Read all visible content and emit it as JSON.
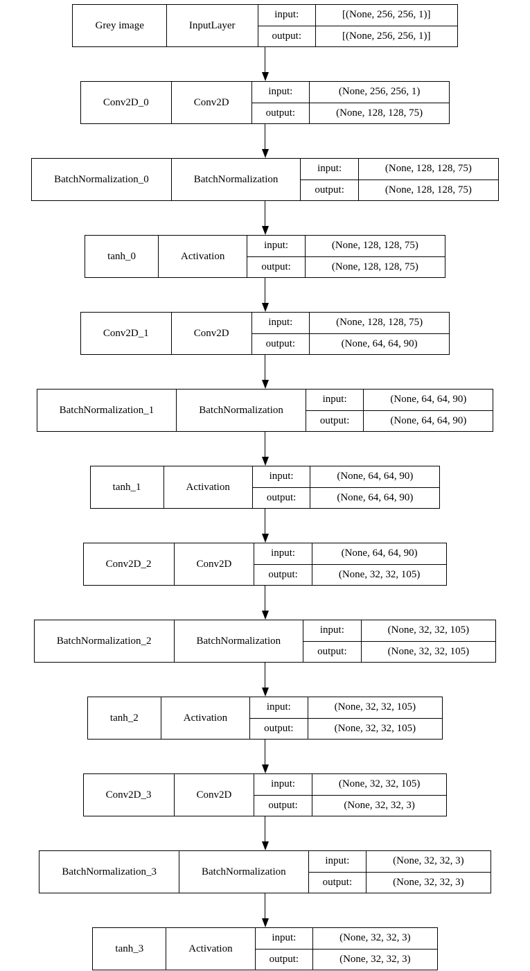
{
  "diagram": {
    "kind": "keras-model-architecture",
    "direction": "top-to-bottom"
  },
  "labels": {
    "input": "input:",
    "output": "output:"
  },
  "colors": {
    "border": "#000000",
    "background": "#ffffff",
    "text": "#000000"
  },
  "nodes": [
    {
      "name": "Grey image",
      "layer_type": "InputLayer",
      "input_shape": "[(None, 256, 256, 1)]",
      "output_shape": "[(None, 256, 256, 1)]"
    },
    {
      "name": "Conv2D_0",
      "layer_type": "Conv2D",
      "input_shape": "(None, 256, 256, 1)",
      "output_shape": "(None, 128, 128, 75)"
    },
    {
      "name": "BatchNormalization_0",
      "layer_type": "BatchNormalization",
      "input_shape": "(None, 128, 128, 75)",
      "output_shape": "(None, 128, 128, 75)"
    },
    {
      "name": "tanh_0",
      "layer_type": "Activation",
      "input_shape": "(None, 128, 128, 75)",
      "output_shape": "(None, 128, 128, 75)"
    },
    {
      "name": "Conv2D_1",
      "layer_type": "Conv2D",
      "input_shape": "(None, 128, 128, 75)",
      "output_shape": "(None, 64, 64, 90)"
    },
    {
      "name": "BatchNormalization_1",
      "layer_type": "BatchNormalization",
      "input_shape": "(None, 64, 64, 90)",
      "output_shape": "(None, 64, 64, 90)"
    },
    {
      "name": "tanh_1",
      "layer_type": "Activation",
      "input_shape": "(None, 64, 64, 90)",
      "output_shape": "(None, 64, 64, 90)"
    },
    {
      "name": "Conv2D_2",
      "layer_type": "Conv2D",
      "input_shape": "(None, 64, 64, 90)",
      "output_shape": "(None, 32, 32, 105)"
    },
    {
      "name": "BatchNormalization_2",
      "layer_type": "BatchNormalization",
      "input_shape": "(None, 32, 32, 105)",
      "output_shape": "(None, 32, 32, 105)"
    },
    {
      "name": "tanh_2",
      "layer_type": "Activation",
      "input_shape": "(None, 32, 32, 105)",
      "output_shape": "(None, 32, 32, 105)"
    },
    {
      "name": "Conv2D_3",
      "layer_type": "Conv2D",
      "input_shape": "(None, 32, 32, 105)",
      "output_shape": "(None, 32, 32, 3)"
    },
    {
      "name": "BatchNormalization_3",
      "layer_type": "BatchNormalization",
      "input_shape": "(None, 32, 32, 3)",
      "output_shape": "(None, 32, 32, 3)"
    },
    {
      "name": "tanh_3",
      "layer_type": "Activation",
      "input_shape": "(None, 32, 32, 3)",
      "output_shape": "(None, 32, 32, 3)"
    }
  ]
}
